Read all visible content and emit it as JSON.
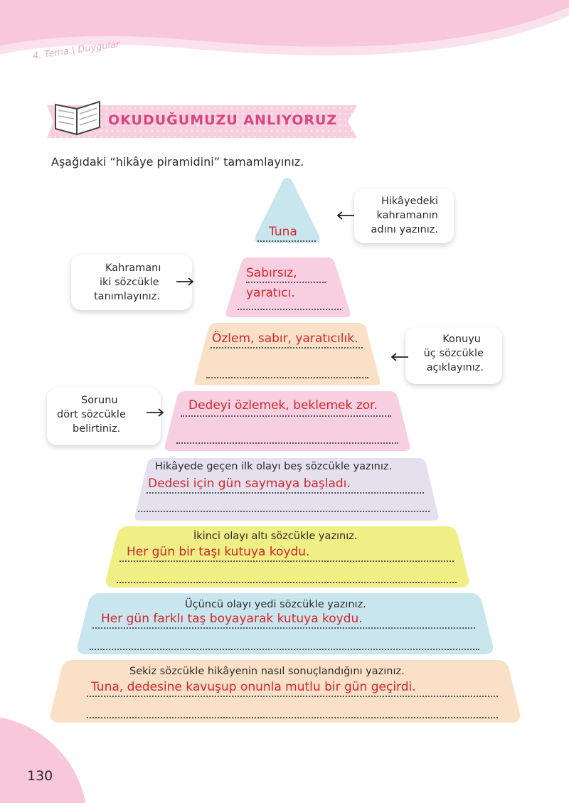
{
  "header": {
    "theme_tag": "4. Tema | Duygular"
  },
  "banner": {
    "title": "OKUDUĞUMUZU ANLIYORUZ"
  },
  "instruction": "Aşağıdaki “hikâye piramidini” tamamlayınız.",
  "callouts": {
    "c1": [
      "Hikâyedeki",
      "kahramanın",
      "adını yazınız."
    ],
    "c2": [
      "Kahramanı",
      "iki sözcükle",
      "tanımlayınız."
    ],
    "c3": [
      "Konuyu",
      "üç sözcükle",
      "açıklayınız."
    ],
    "c4": [
      "Sorunu",
      "dört sözcükle",
      "belirtiniz."
    ]
  },
  "tiers": {
    "t1": {
      "answer": "Tuna"
    },
    "t2": {
      "answer_1": "Sabırsız,",
      "answer_2": "yaratıcı."
    },
    "t3": {
      "answer": "Özlem, sabır, yaratıcılık."
    },
    "t4": {
      "answer": "Dedeyi özlemek, beklemek zor."
    },
    "t5": {
      "label": "Hikâyede geçen ilk olayı beş sözcükle yazınız.",
      "answer": "Dedesi için gün saymaya başladı."
    },
    "t6": {
      "label": "İkinci olayı altı sözcükle yazınız.",
      "answer": "Her gün bir taşı kutuya koydu."
    },
    "t7": {
      "label": "Üçüncü olayı yedi sözcükle yazınız.",
      "answer": "Her gün farklı taş boyayarak kutuya koydu."
    },
    "t8": {
      "label": "Sekiz sözcükle hikâyenin nasıl sonuçlandığını yazınız.",
      "answer": "Tuna, dedesine kavuşup onunla mutlu bir gün geçirdi."
    }
  },
  "colors": {
    "pink_header": "#f8c7d9",
    "tier_blue": "#c9e6ee",
    "tier_pink": "#f7cfe0",
    "tier_peach": "#fbe0c8",
    "tier_lavender": "#e4e0ee",
    "tier_yellow": "#f0ef86",
    "answer_red": "#d3262b"
  },
  "page": {
    "number": "130"
  }
}
